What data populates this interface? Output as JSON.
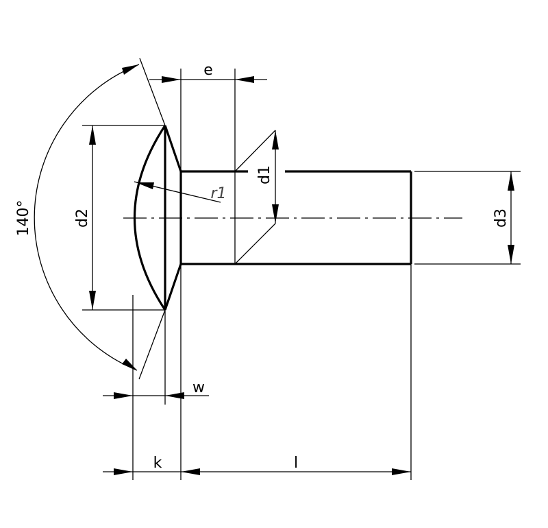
{
  "labels": {
    "e": "e",
    "d1": "d1",
    "d2": "d2",
    "d3": "d3",
    "r1": "r1",
    "angle": "140°",
    "w": "w",
    "k": "k",
    "l": "l"
  }
}
